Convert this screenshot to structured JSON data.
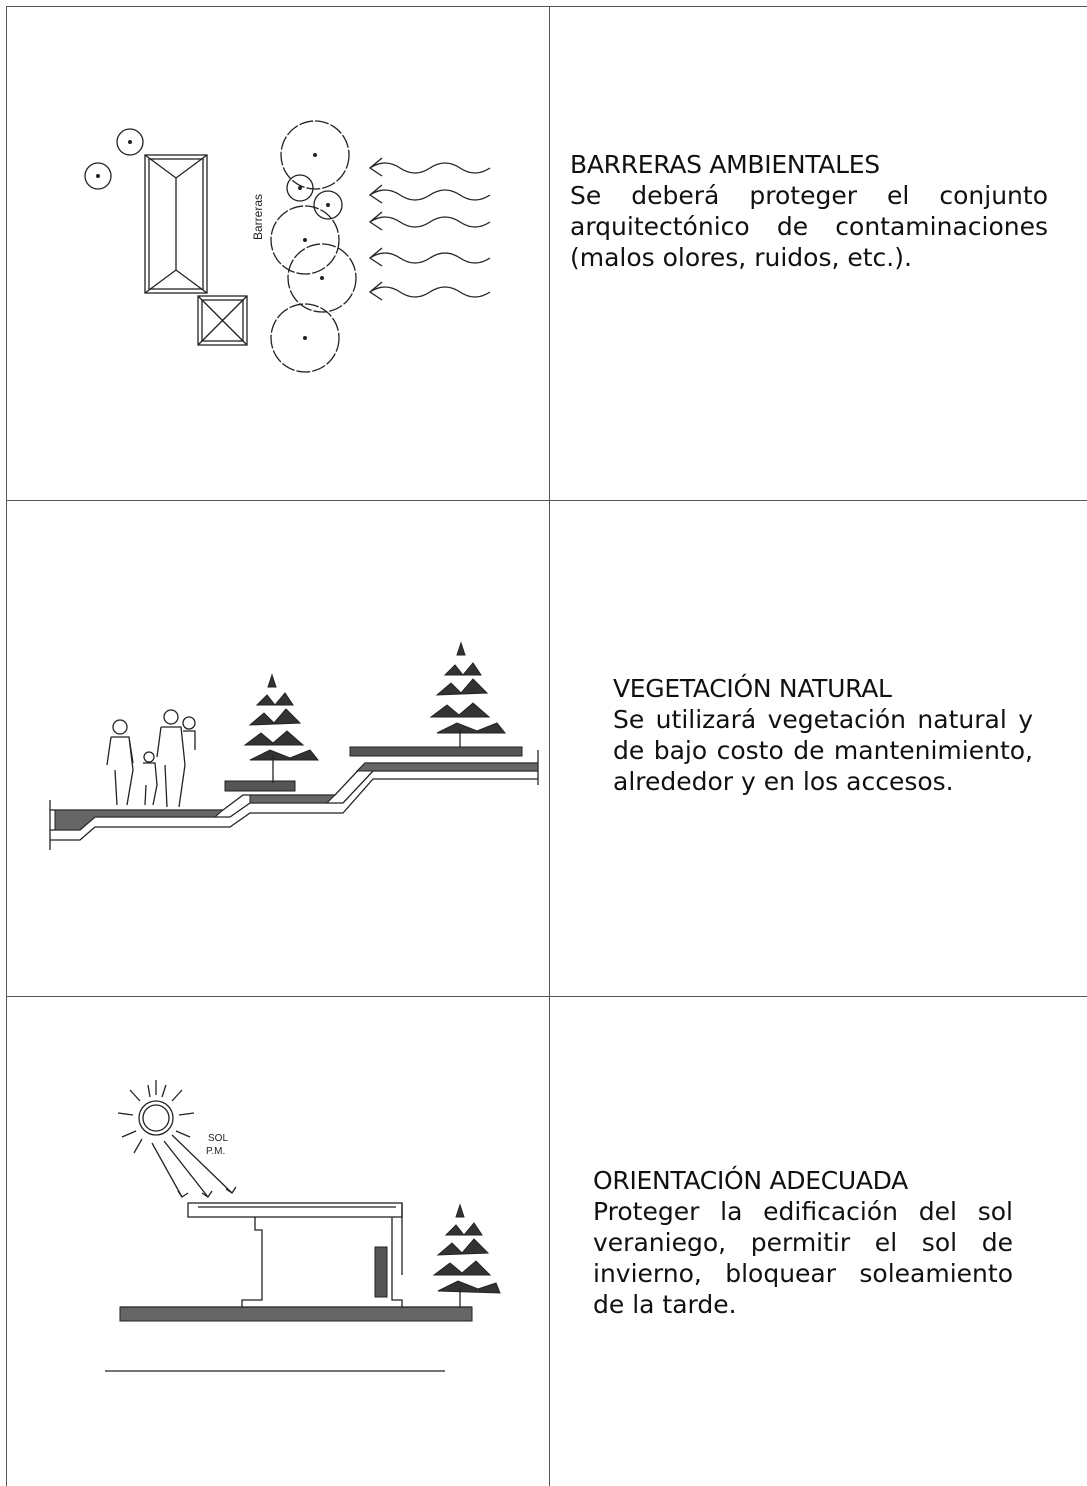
{
  "sections": [
    {
      "title": "BARRERAS AMBIENTALES",
      "body": "Se deberá proteger el conjunto arquitectónico de contaminaciones (malos olores, ruidos, etc.).",
      "figure_labels": {
        "barrier": "Barreras"
      }
    },
    {
      "title": "VEGETACIÓN NATURAL",
      "body": "Se utilizará vegetación natural y de bajo costo de mantenimiento, alrededor y en los accesos."
    },
    {
      "title": "ORIENTACIÓN ADECUADA",
      "body": "Proteger la edificación del sol veraniego, permitir el sol de invierno, bloquear soleamiento de la tarde.",
      "figure_labels": {
        "sun_line1": "SOL",
        "sun_line2": "P.M."
      }
    }
  ]
}
